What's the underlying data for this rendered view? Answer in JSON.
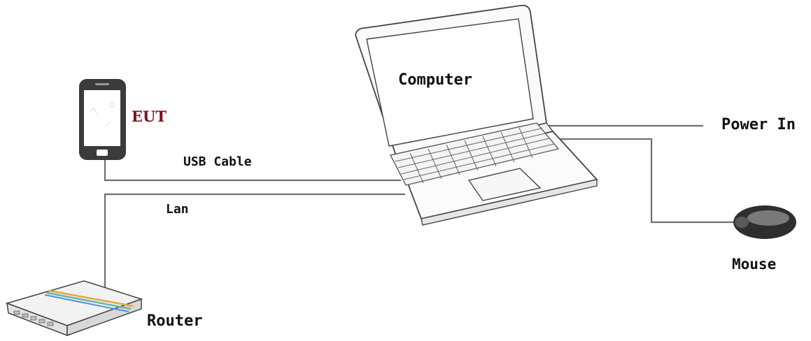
{
  "labels": {
    "computer": "Computer",
    "eut": "EUT",
    "usb_cable": "USB Cable",
    "lan": "Lan",
    "power_in": "Power In",
    "mouse": "Mouse",
    "router": "Router"
  },
  "colors": {
    "line": "#6f6f6f",
    "eut_label": "#7a1020",
    "router_stripe_orange": "#e8a53a",
    "router_stripe_teal": "#5fb7b0",
    "router_stripe_blue": "#5a8fd0"
  },
  "icons": [
    "laptop-icon",
    "phone-icon",
    "router-icon",
    "mouse-icon"
  ]
}
